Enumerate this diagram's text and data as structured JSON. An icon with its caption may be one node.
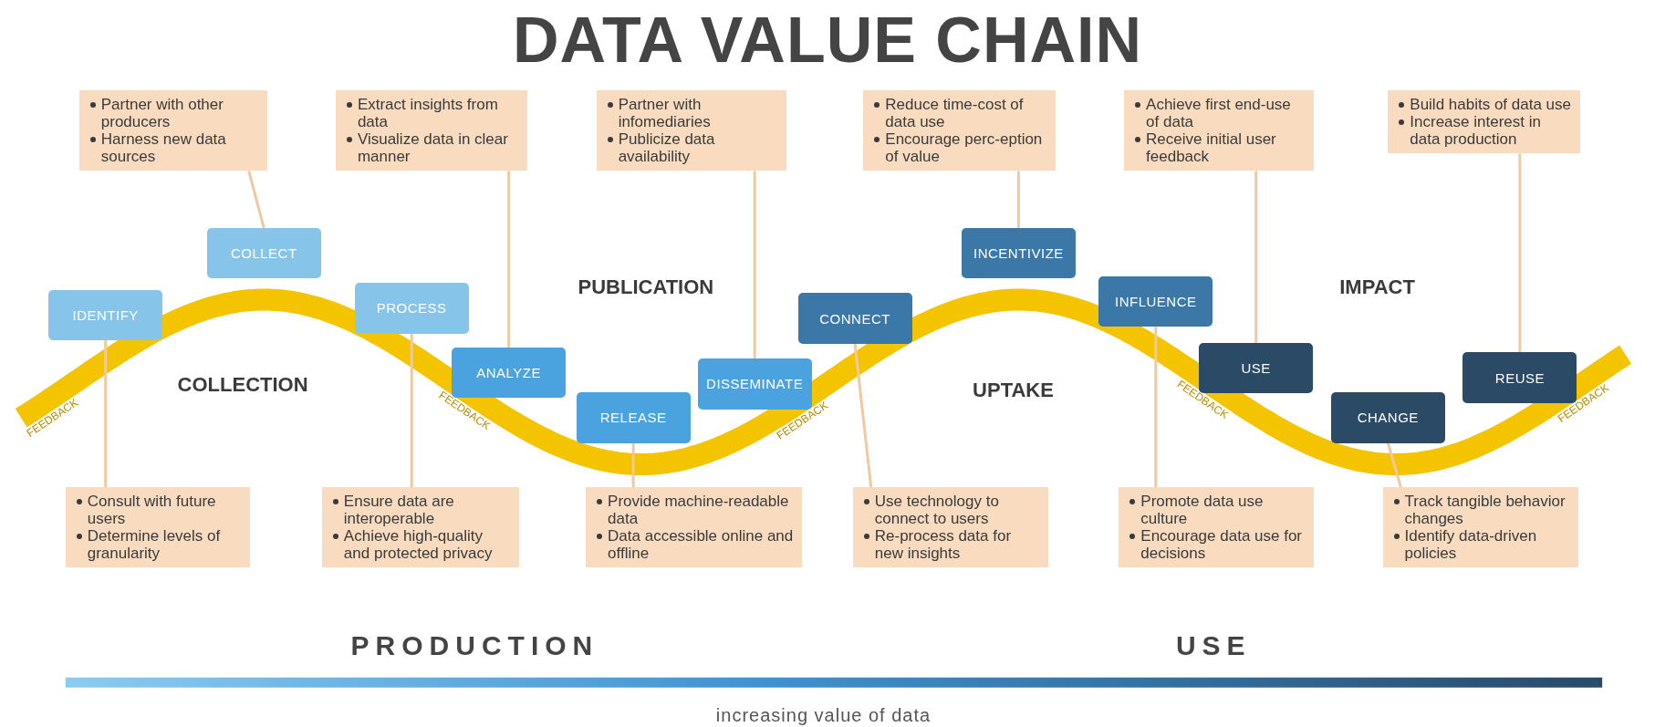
{
  "diagram": {
    "title": "DATA VALUE CHAIN",
    "nodes": [
      {
        "text": [
          "Partner with other producers",
          "Harness new data sources"
        ]
      },
      {
        "text": [
          "Extract insights from data",
          "Visualize data in clear manner"
        ]
      },
      {
        "text": [
          "Partner with infomediaries",
          "Publicize data availability"
        ]
      },
      {
        "text": [
          "Reduce time-cost of data use",
          "Encourage perc-eption of value"
        ]
      },
      {
        "text": [
          "Achieve first end-use of data",
          "Receive initial user feedback"
        ]
      },
      {
        "text": [
          "Build habits of data use",
          "Increase interest in data production"
        ]
      },
      {
        "text": [
          "IDENTIFY"
        ]
      },
      {
        "text": [
          "COLLECT"
        ]
      },
      {
        "text": [
          "PROCESS"
        ]
      },
      {
        "text": [
          "ANALYZE"
        ]
      },
      {
        "text": [
          "RELEASE"
        ]
      },
      {
        "text": [
          "DISSEMINATE"
        ]
      },
      {
        "text": [
          "CONNECT"
        ]
      },
      {
        "text": [
          "INCENTIVIZE"
        ]
      },
      {
        "text": [
          "INFLUENCE"
        ]
      },
      {
        "text": [
          "USE"
        ]
      },
      {
        "text": [
          "CHANGE"
        ]
      },
      {
        "text": [
          "REUSE"
        ]
      },
      {
        "text": [
          "Consult with future users",
          "Determine levels of granularity"
        ]
      },
      {
        "text": [
          "Ensure data are interoperable",
          "Achieve high-quality and protected privacy"
        ]
      },
      {
        "text": [
          "Provide machine-readable data",
          "Data accessible online and offline"
        ]
      },
      {
        "text": [
          "Use technology to connect to users",
          "Re-process data for new insights"
        ]
      },
      {
        "text": [
          "Promote data use culture",
          "Encourage data use for decisions"
        ]
      },
      {
        "text": [
          "Track tangible behavior changes",
          "Identify data-driven policies"
        ]
      }
    ],
    "edges": [
      {
        "from": 0,
        "to": 7,
        "arrow": "none"
      },
      {
        "from": 1,
        "to": 9,
        "arrow": "none"
      },
      {
        "from": 2,
        "to": 11,
        "arrow": "none"
      },
      {
        "from": 3,
        "to": 13,
        "arrow": "none"
      },
      {
        "from": 4,
        "to": 15,
        "arrow": "none"
      },
      {
        "from": 5,
        "to": 17,
        "arrow": "none"
      },
      {
        "from": 18,
        "to": 6,
        "arrow": "none"
      },
      {
        "from": 19,
        "to": 8,
        "arrow": "none"
      },
      {
        "from": 20,
        "to": 10,
        "arrow": "none"
      },
      {
        "from": 21,
        "to": 12,
        "arrow": "none"
      },
      {
        "from": 22,
        "to": 14,
        "arrow": "none"
      },
      {
        "from": 23,
        "to": 16,
        "arrow": "none"
      }
    ],
    "labels": [
      "PUBLICATION",
      "IMPACT",
      "FEEDBACK",
      "COLLECTION",
      "FEEDBACK",
      "UPTAKE",
      "FEEDBACK",
      "FEEDBACK",
      "FEEDBACK",
      "PRODUCTION",
      "USE",
      "increasing value of data"
    ]
  }
}
